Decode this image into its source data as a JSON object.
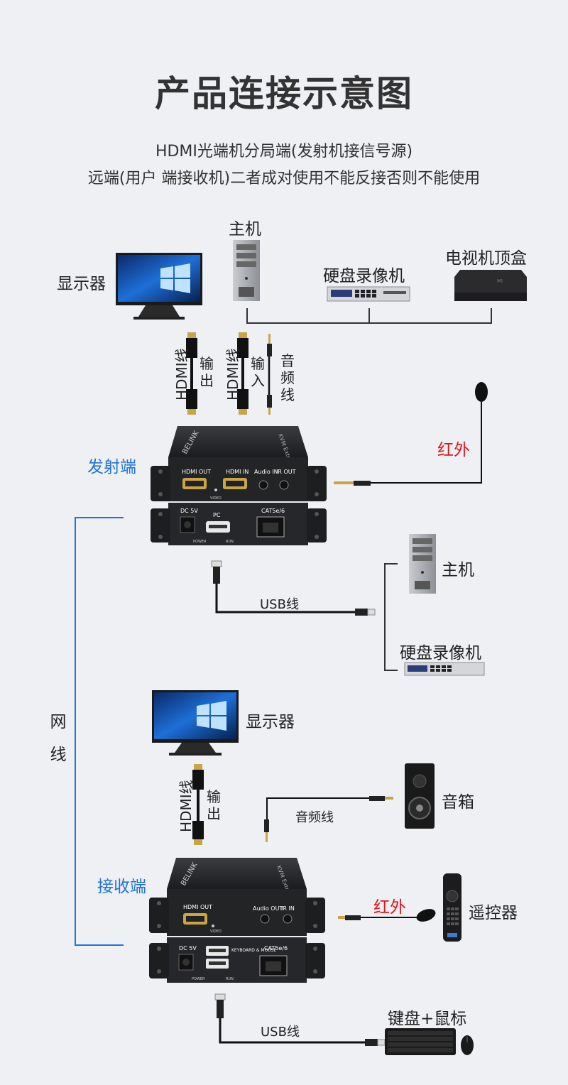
{
  "title": "产品连接示意图",
  "subtitle_line1": "HDMI光端机分局端(发射机接信号源)",
  "subtitle_line2": "远端(用户 端接收机)二者成对使用不能反接否则不能使用",
  "tx_section": {
    "host_label": "主机",
    "monitor_label": "显示器",
    "nvr_label": "硬盘录像机",
    "stb_label": "电视机顶盒",
    "hdmi_cable_out": "HDMI线",
    "output_label": [
      "输",
      "出"
    ],
    "hdmi_cable_in": "HDMI线",
    "input_label": [
      "输",
      "入"
    ],
    "audio_cable_label": [
      "音",
      "频",
      "线"
    ],
    "infrared_label": "红外",
    "sender_label": "发射端",
    "usb_cable_label": "USB线",
    "host2_label": "主机",
    "nvr2_label": "硬盘录像机"
  },
  "network_label": [
    "网",
    "线"
  ],
  "rx_section": {
    "monitor_label": "显示器",
    "hdmi_cable": "HDMI线",
    "output_label": [
      "输",
      "出"
    ],
    "audio_cable_label": "音频线",
    "speaker_label": "音箱",
    "receiver_label": "接收端",
    "infrared_label": "红外",
    "remote_label": "遥控器",
    "usb_cable_label": "USB线",
    "kbm_label": "键盘+鼠标"
  },
  "tx_device": {
    "brand": "BELINK",
    "side_text": "KVM Extender",
    "top_ports": [
      "HDMI OUT",
      "HDMI IN",
      "Audio IN",
      "IR OUT"
    ],
    "top_small": "VIDEO",
    "bottom_ports": [
      "DC 5V",
      "PC",
      "CAT5e/6"
    ],
    "bottom_small": [
      "POWER",
      "RUN"
    ]
  },
  "rx_device": {
    "brand": "BELINK",
    "side_text": "KVM Extender",
    "top_ports": [
      "HDMI OUT",
      "Audio OUT",
      "IR IN"
    ],
    "top_small": "VIDEO",
    "bottom_ports": [
      "DC 5V",
      "KEYBOARD & MOUSE",
      "CAT5e/6"
    ],
    "bottom_small": [
      "POWER",
      "RUN"
    ]
  },
  "colors": {
    "accent_blue": "#1f74d6",
    "infrared_red": "#e0131a",
    "background": "#eef0f4"
  }
}
